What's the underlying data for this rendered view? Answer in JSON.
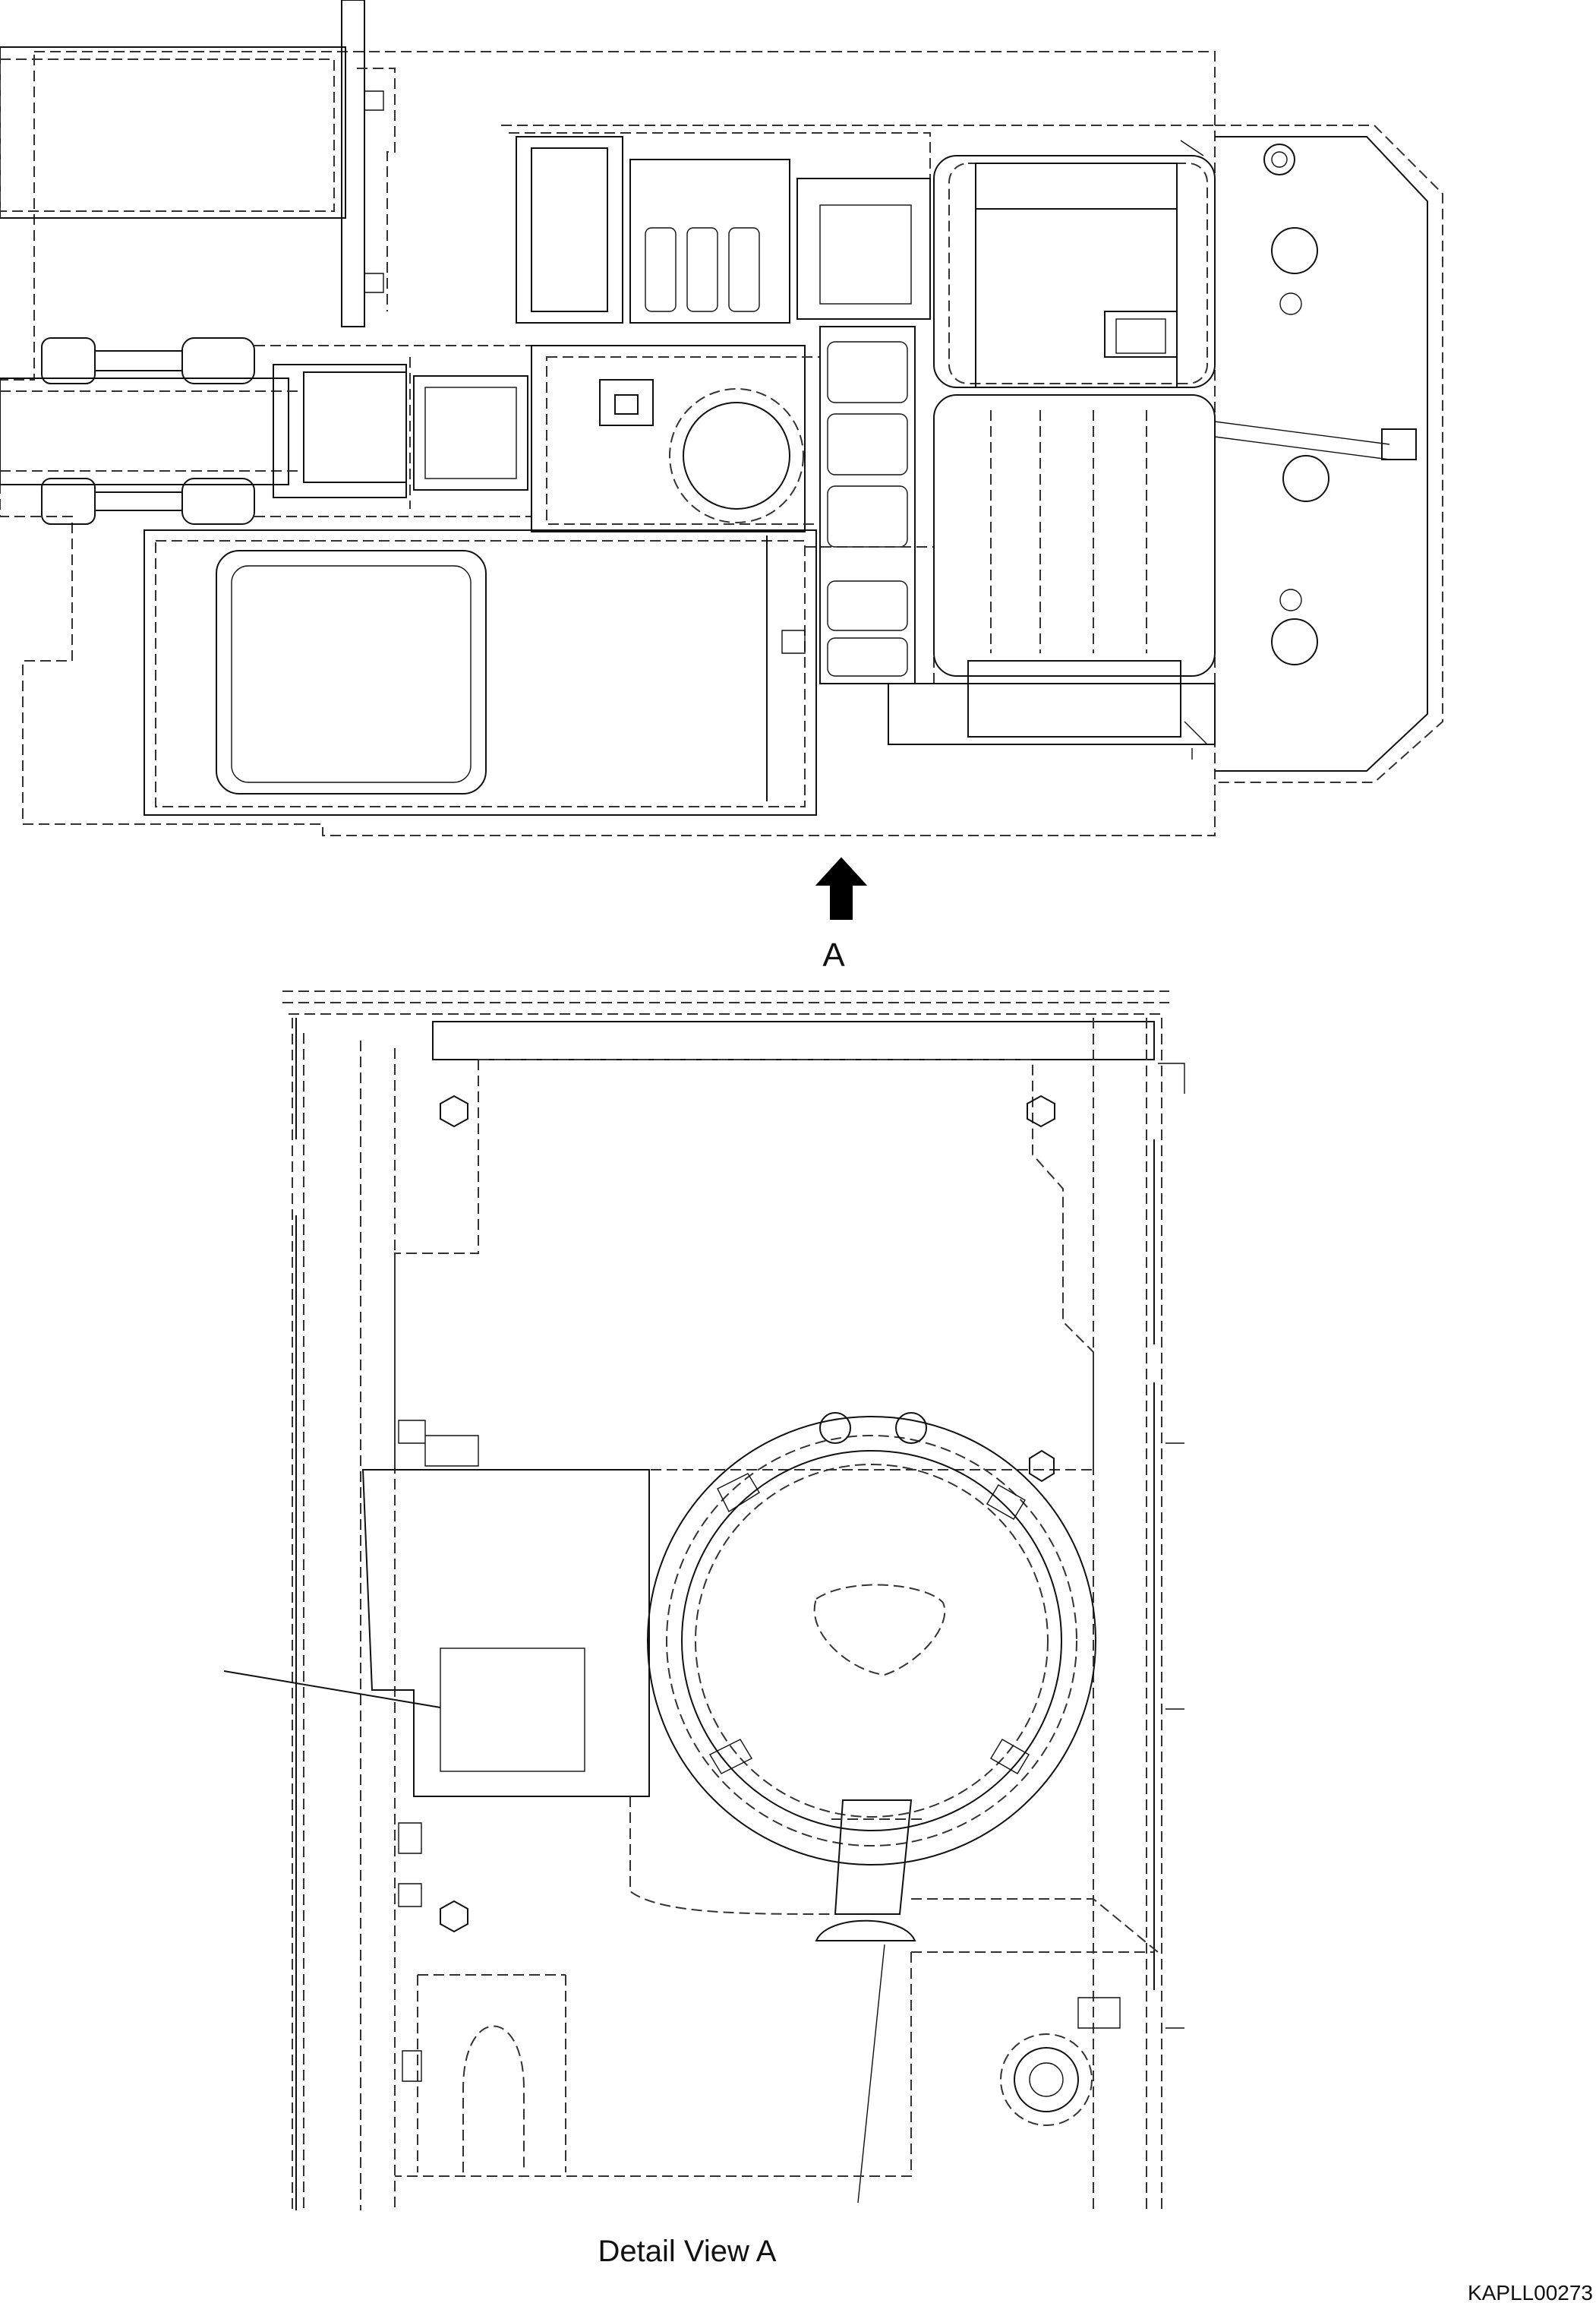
{
  "view_arrow_label": "A",
  "detail_caption": "Detail View A",
  "drawing_code": "KAPLL00273"
}
